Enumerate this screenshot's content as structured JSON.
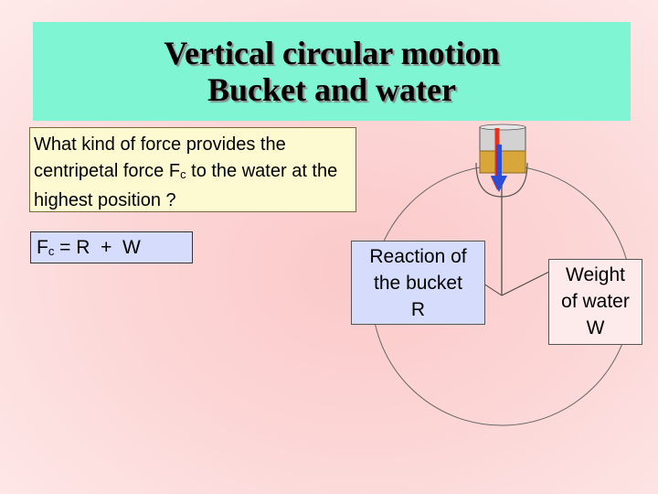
{
  "title": {
    "line1": "Vertical circular motion",
    "line2": "Bucket and water"
  },
  "question": {
    "part1": "What kind of force provides the centripetal force F",
    "subscript": "c",
    "part2": " to the water at the highest position ?"
  },
  "formula": {
    "lhs": "F",
    "subscript": "c",
    "rhs": " = R  +  W"
  },
  "reaction_label": {
    "line1": "Reaction of",
    "line2": "the bucket",
    "line3": "R"
  },
  "weight_label": {
    "line1": "Weight",
    "line2": "of water",
    "line3": "W"
  },
  "colors": {
    "title_background": "#7ff5d4",
    "question_background": "#fdfad2",
    "formula_background": "#d6dcfc",
    "water": "#d9a63a",
    "reaction_arrow": "#e8321e",
    "weight_arrow": "#2a4fd6"
  }
}
